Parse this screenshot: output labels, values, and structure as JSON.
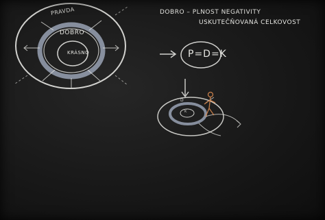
{
  "board": {
    "heading_line1": "DOBRO – PLNOST NEGATIVITY",
    "heading_line2": "USKUTEČŇOVANÁ CELKOVOST",
    "outer_ring_label": "PRAVDA",
    "middle_ring_label": "DOBRO",
    "inner_label": "KRÁSNO",
    "equation": "P=D=K",
    "small_diagram_label_d": "D",
    "small_diagram_label_k": "K"
  },
  "colors": {
    "chalk": "#e6e6e2",
    "chalk_blue": "#aab4c8",
    "chalk_orange": "#d9894f",
    "blackboard": "#1a1a1a"
  }
}
